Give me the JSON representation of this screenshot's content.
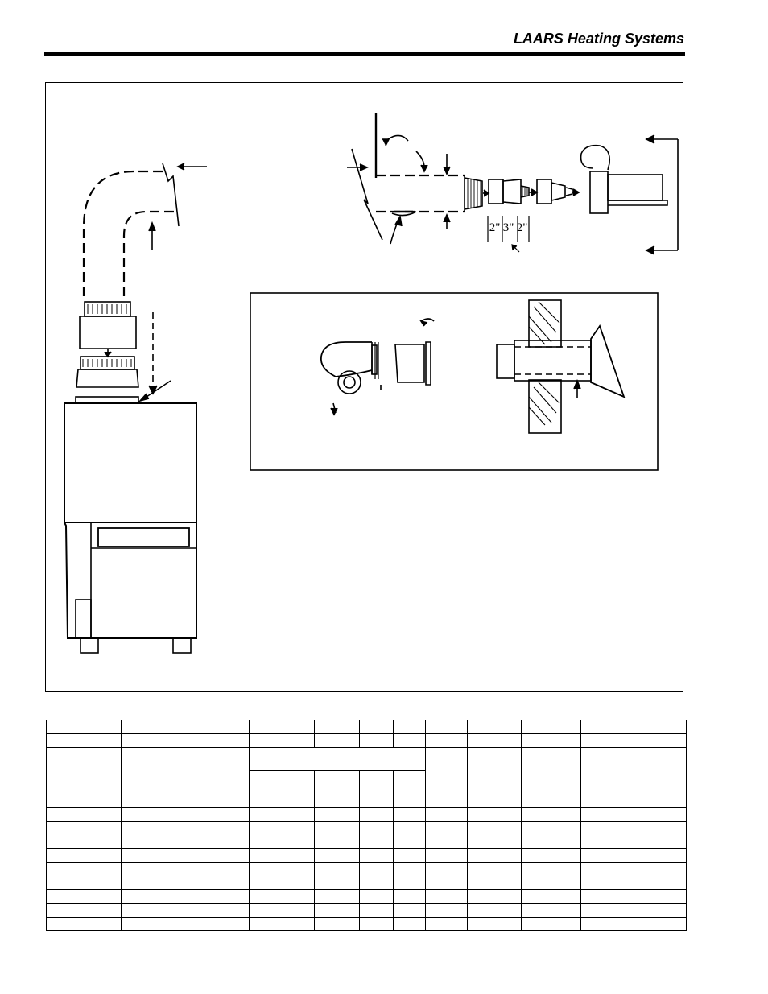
{
  "header": {
    "title": "LAARS Heating Systems"
  },
  "figure": {
    "dimension_labels": [
      "2\"",
      "3\"",
      "2\""
    ]
  },
  "table": {
    "column_count": 15,
    "body_row_count": 9
  }
}
